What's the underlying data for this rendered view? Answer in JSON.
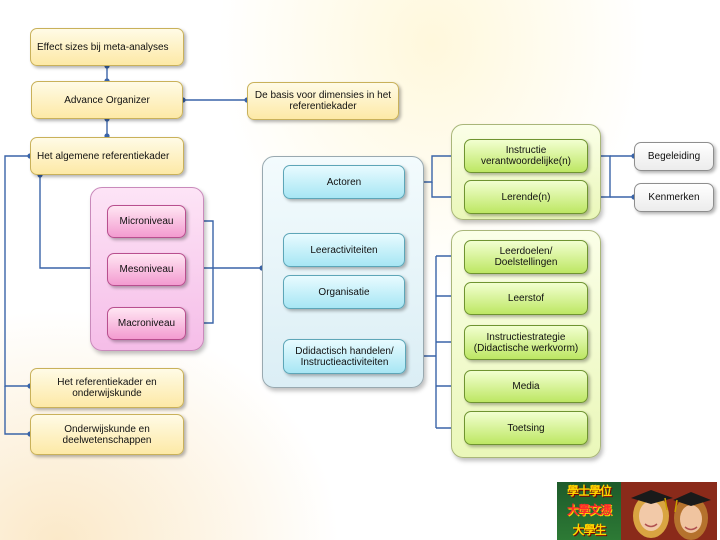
{
  "boxes": {
    "effect_sizes": "Effect sizes bij meta-analyses",
    "advance_organizer": "Advance Organizer",
    "basis_dimensies": "De basis voor dimensies in het referentiekader",
    "algemene_referentiekader": "Het algemene referentiekader",
    "microniveau": "Microniveau",
    "mesoniveau": "Mesoniveau",
    "macroniveau": "Macroniveau",
    "referentiekader_onderwijskunde": "Het referentiekader en onderwijskunde",
    "onderwijskunde_deelwetenschappen": "Onderwijskunde en deelwetenschappen",
    "actoren": "Actoren",
    "leeractiviteiten": "Leeractiviteiten",
    "organisatie": "Organisatie",
    "didactisch_handelen": "Ddidactisch handelen/ Instructieactiviteiten",
    "instructie_verantwoordelijke": "Instructie verantwoordelijke(n)",
    "lerende": "Lerende(n)",
    "begeleiding": "Begeleiding",
    "kenmerken": "Kenmerken",
    "leerdoelen": "Leerdoelen/ Doelstellingen",
    "leerstof": "Leerstof",
    "instructiestrategie": "Instructiestrategie (Didactische werkvorm)",
    "media": "Media",
    "toetsing": "Toetsing"
  },
  "photo": {
    "sign_line_1": "學士學位",
    "sign_line_2": "大學文憑",
    "sign_line_3": "大學生",
    "description_icon": "graduation-photo"
  },
  "colors": {
    "connector": "#3a64a8",
    "yellow": "#fde9a6",
    "pink": "#f39bd0",
    "cyan": "#a7e6f4",
    "green": "#bde763"
  }
}
